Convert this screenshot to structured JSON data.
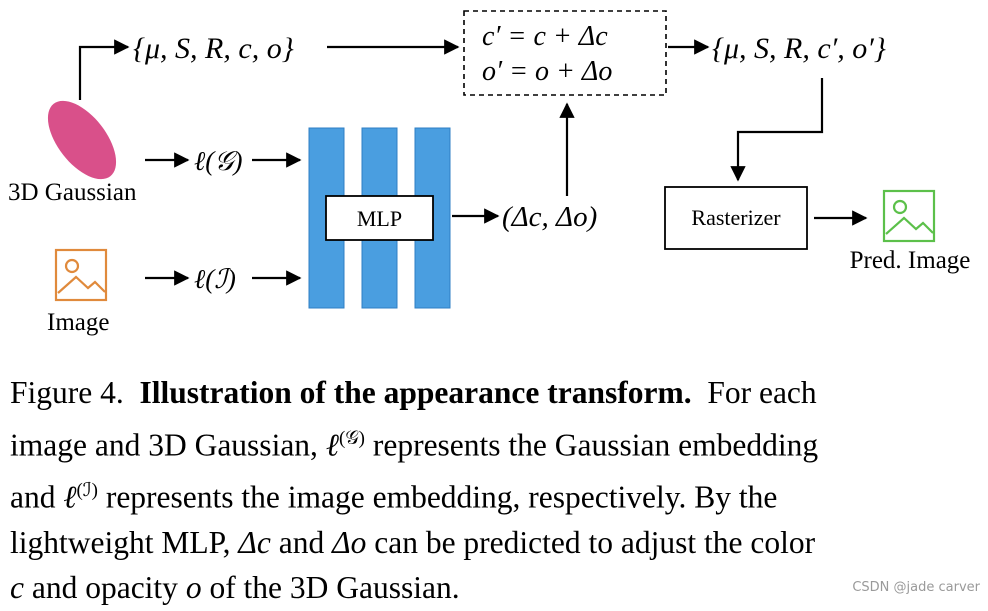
{
  "inputs": {
    "gaussian_label": "3D Gaussian",
    "image_label": "Image"
  },
  "gaussian_params": {
    "original": "{μ, S, R, c, o}",
    "updated": "{μ, S, R, c′, o′}"
  },
  "embeddings": {
    "gaussian": "ℓ(𝒢)",
    "image": "ℓ(ℐ)"
  },
  "mlp": {
    "label": "MLP"
  },
  "mlp_output": "(Δc, Δo)",
  "update_box": {
    "color_eq": "c′ = c + Δc",
    "opacity_eq": "o′ = o + Δo"
  },
  "rasterizer": {
    "label": "Rasterizer"
  },
  "output": {
    "label": "Pred. Image"
  },
  "caption": {
    "figure_num": "Figure 4.",
    "title": "Illustration of the appearance transform.",
    "body_l1": "For each",
    "body_l2a": "image and 3D Gaussian,",
    "body_l2b": "represents the Gaussian embedding",
    "body_l3a": "and",
    "body_l3b": "represents the image embedding, respectively.  By the",
    "body_l4a": "lightweight MLP,",
    "body_l4b": "and",
    "body_l4c": "can be predicted to adjust the color",
    "body_l5a": "and opacity",
    "body_l5b": "of the 3D Gaussian.",
    "sym_l": "ℓ",
    "sup_g": "(𝒢)",
    "sup_i": "(ℐ)",
    "sym_dc": "Δc",
    "sym_do": "Δo",
    "sym_c": "c",
    "sym_o": "o"
  },
  "watermark": "CSDN @jade carver",
  "colors": {
    "mlp_bar": "#4a9ee0",
    "mlp_bar_edge": "#2f7fc4",
    "gaussian": "#d9508a",
    "image_icon": "#e08a3c",
    "pred_icon": "#5cc04a"
  }
}
